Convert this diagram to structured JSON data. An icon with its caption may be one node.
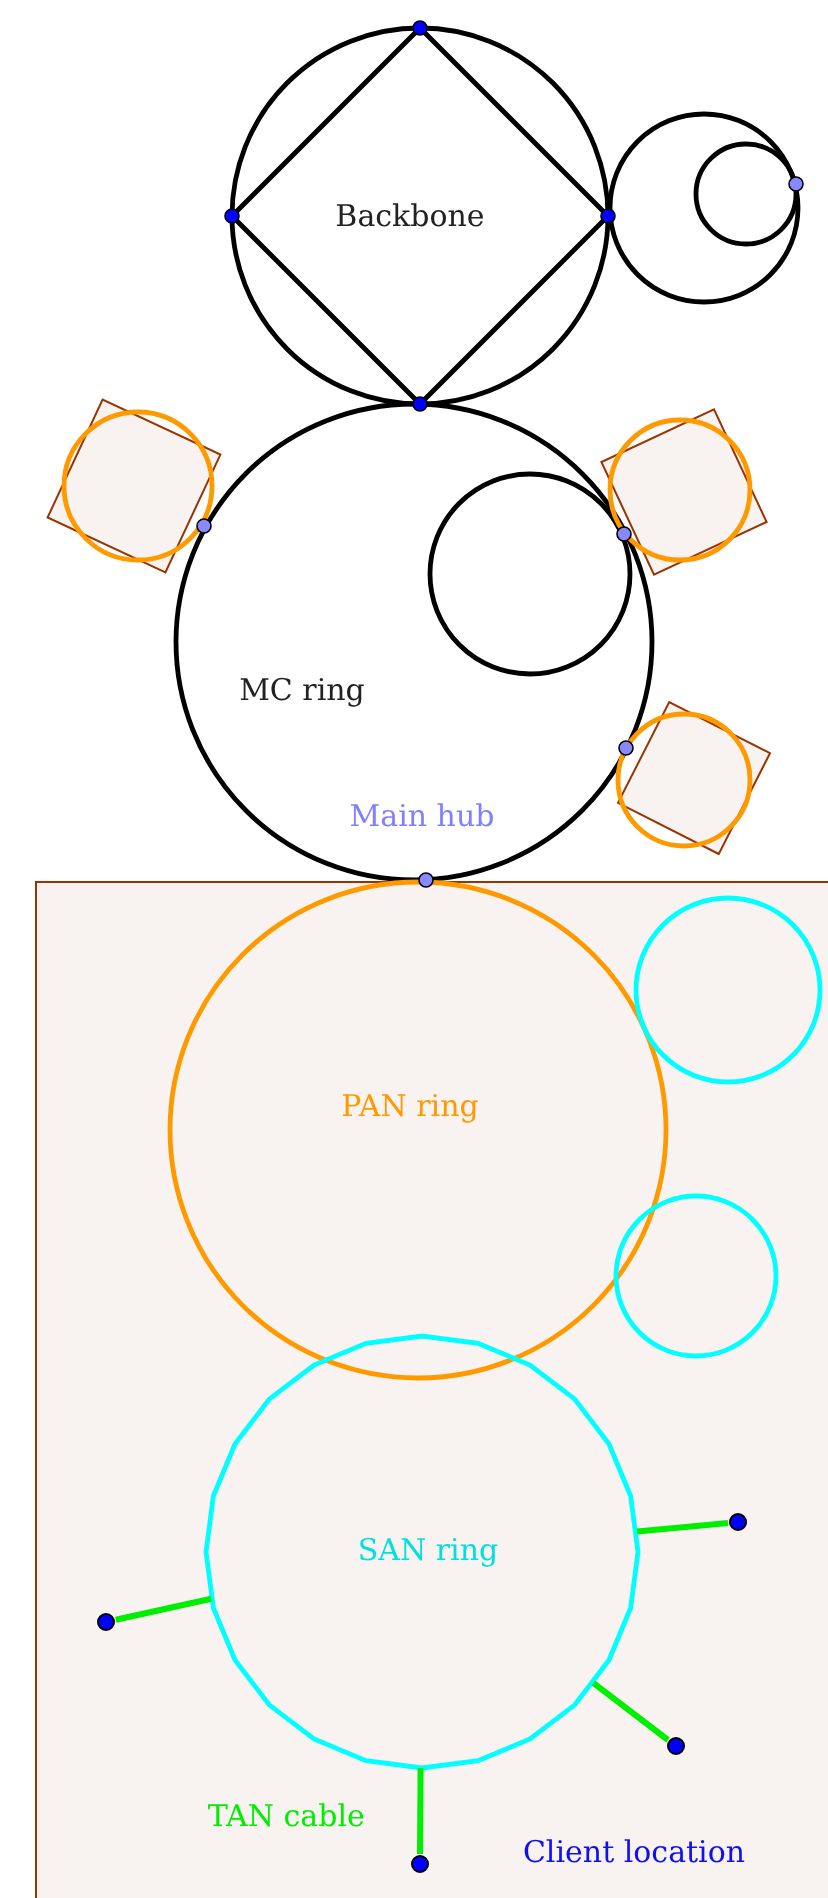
{
  "diagram": {
    "nodes": [
      {
        "text": [],
        "shape": "circle"
      },
      {
        "text": [
          "Backbone"
        ],
        "in": 0
      },
      {
        "text": [],
        "shape": "circle"
      },
      {
        "text": [],
        "shape": "circle",
        "in": 2
      },
      {
        "text": [
          "MC ring"
        ]
      },
      {
        "text": [],
        "shape": "circle",
        "in": 4
      },
      {
        "text": [],
        "shape": "box"
      },
      {
        "text": [],
        "shape": "circle",
        "in": 6
      },
      {
        "text": [],
        "shape": "box"
      },
      {
        "text": [],
        "shape": "circle",
        "in": 8
      },
      {
        "text": [],
        "shape": "box"
      },
      {
        "text": [],
        "shape": "circle",
        "in": 10
      },
      {
        "text": [
          "Client location"
        ]
      },
      {
        "text": [
          "PAN ring"
        ],
        "in": 12
      },
      {
        "text": [],
        "shape": "circle",
        "in": 12
      },
      {
        "text": [],
        "shape": "circle",
        "in": 12
      },
      {
        "text": [
          "SAN ring"
        ],
        "in": 12
      },
      {
        "text": [],
        "shape": "circle",
        "in": 12
      },
      {
        "text": [],
        "shape": "circle",
        "in": 12
      },
      {
        "text": [],
        "shape": "circle",
        "in": 12
      },
      {
        "text": [],
        "shape": "circle",
        "in": 12
      }
    ],
    "edges": [
      {
        "from": 16,
        "to": 17,
        "arrow": "none"
      },
      {
        "from": 16,
        "to": 18,
        "arrow": "none"
      },
      {
        "from": 16,
        "to": 19,
        "arrow": "none"
      },
      {
        "from": 16,
        "to": 20,
        "arrow": "none",
        "label": "TAN cable"
      }
    ],
    "labels": [
      "Main hub"
    ]
  }
}
